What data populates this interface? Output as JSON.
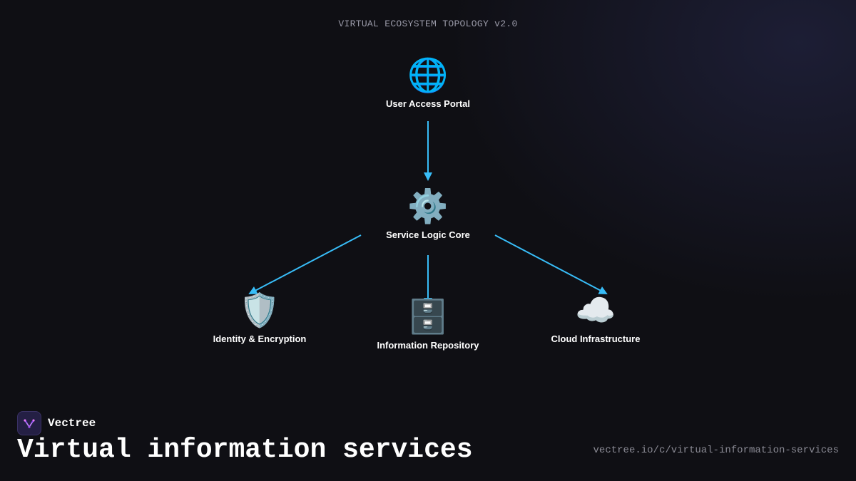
{
  "diagram": {
    "title": "VIRTUAL ECOSYSTEM TOPOLOGY v2.0",
    "edge_color": "#38bdf8",
    "nodes": [
      {
        "id": "portal",
        "icon": "globe-icon",
        "glyph": "🌐",
        "label": "User Access Portal"
      },
      {
        "id": "core",
        "icon": "gear-icon",
        "glyph": "⚙️",
        "label": "Service Logic Core"
      },
      {
        "id": "identity",
        "icon": "shield-icon",
        "glyph": "🛡️",
        "label": "Identity & Encryption"
      },
      {
        "id": "repository",
        "icon": "file-cabinet-icon",
        "glyph": "🗄️",
        "label": "Information Repository"
      },
      {
        "id": "cloud",
        "icon": "cloud-icon",
        "glyph": "☁️",
        "label": "Cloud Infrastructure"
      }
    ],
    "edges": [
      {
        "from": "portal",
        "to": "core"
      },
      {
        "from": "core",
        "to": "identity"
      },
      {
        "from": "core",
        "to": "repository"
      },
      {
        "from": "core",
        "to": "cloud"
      }
    ]
  },
  "footer": {
    "brand_name": "Vectree",
    "brand_logo_icon": "vectree-logo-icon",
    "title": "Virtual information services",
    "url": "vectree.io/c/virtual-information-services"
  }
}
